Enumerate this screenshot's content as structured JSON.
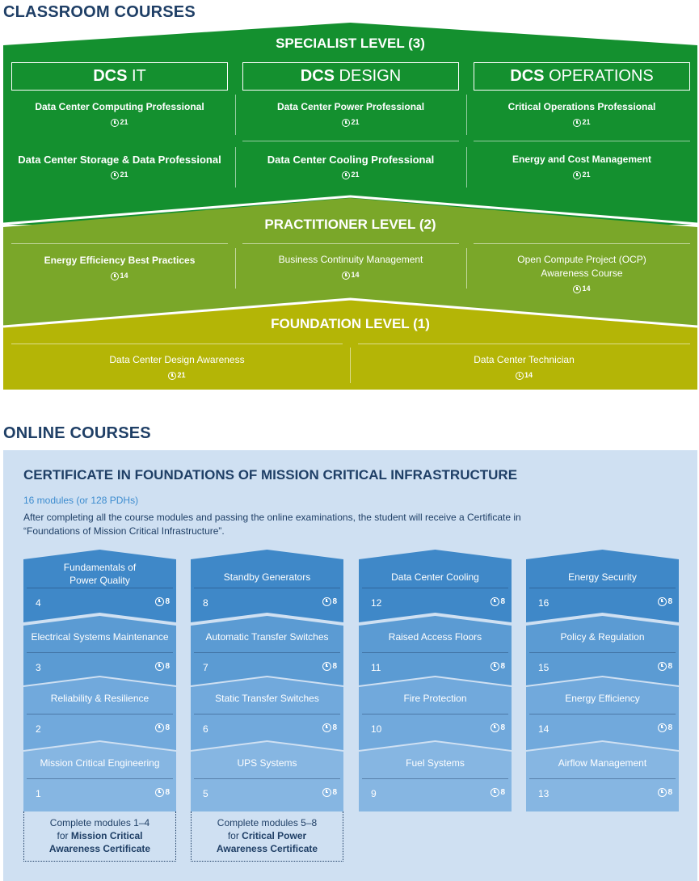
{
  "classroom": {
    "heading": "CLASSROOM COURSES",
    "levels": {
      "specialist": "SPECIALIST LEVEL (3)",
      "practitioner": "PRACTITIONER LEVEL (2)",
      "foundation": "FOUNDATION LEVEL (1)"
    },
    "tracks": [
      {
        "prefix": "DCS",
        "name": "IT"
      },
      {
        "prefix": "DCS",
        "name": "DESIGN"
      },
      {
        "prefix": "DCS",
        "name": "OPERATIONS"
      }
    ],
    "specialist_courses": [
      {
        "name": "Data Center Computing Professional",
        "hours": "21"
      },
      {
        "name": "Data Center Power Professional",
        "hours": "21"
      },
      {
        "name": "Critical Operations Professional",
        "hours": "21"
      },
      {
        "name": "Data Center Storage & Data Professional",
        "hours": "21"
      },
      {
        "name": "Data Center Cooling Professional",
        "hours": "21"
      },
      {
        "name": "Energy and Cost Management",
        "hours": "21"
      }
    ],
    "practitioner_courses": [
      {
        "name": "Energy Efficiency Best Practices",
        "hours": "14"
      },
      {
        "name": "Business Continuity Management",
        "hours": "14"
      },
      {
        "name": "Open Compute Project (OCP)",
        "name2": "Awareness Course",
        "hours": "14"
      }
    ],
    "foundation_courses": [
      {
        "name": "Data Center Design Awareness",
        "hours": "21"
      },
      {
        "name": "Data Center Technician",
        "hours": "14"
      }
    ],
    "colors": {
      "specialist": "#14902f",
      "practitioner": "#7aa729",
      "foundation": "#b4b506"
    }
  },
  "online": {
    "heading": "ONLINE COURSES",
    "certificate_title": "CERTIFICATE IN FOUNDATIONS OF MISSION CRITICAL INFRASTRUCTURE",
    "modules_summary": "16 modules (or 128 PDHs)",
    "description": "After completing all the course modules and passing the online examinations, the student will receive a Certificate in “Foundations of Mission Critical Infrastructure”.",
    "columns": [
      {
        "modules": [
          {
            "title": "Fundamentals of",
            "title2": "Power Quality",
            "number": "4",
            "hours": "8"
          },
          {
            "title": "Electrical Systems Maintenance",
            "number": "3",
            "hours": "8"
          },
          {
            "title": "Reliability & Resilience",
            "number": "2",
            "hours": "8"
          },
          {
            "title": "Mission Critical Engineering",
            "number": "1",
            "hours": "8"
          }
        ],
        "award": {
          "line1": "Complete modules 1–4",
          "line2_prefix": "for ",
          "line2_bold": "Mission Critical",
          "line3_bold": "Awareness Certificate"
        }
      },
      {
        "modules": [
          {
            "title": "Standby Generators",
            "number": "8",
            "hours": "8"
          },
          {
            "title": "Automatic Transfer Switches",
            "number": "7",
            "hours": "8"
          },
          {
            "title": "Static Transfer Switches",
            "number": "6",
            "hours": "8"
          },
          {
            "title": "UPS Systems",
            "number": "5",
            "hours": "8"
          }
        ],
        "award": {
          "line1": "Complete modules 5–8",
          "line2_prefix": "for ",
          "line2_bold": "Critical Power",
          "line3_bold": "Awareness Certificate"
        }
      },
      {
        "modules": [
          {
            "title": "Data Center Cooling",
            "number": "12",
            "hours": "8"
          },
          {
            "title": "Raised Access Floors",
            "number": "11",
            "hours": "8"
          },
          {
            "title": "Fire Protection",
            "number": "10",
            "hours": "8"
          },
          {
            "title": "Fuel Systems",
            "number": "9",
            "hours": "8"
          }
        ]
      },
      {
        "modules": [
          {
            "title": "Energy Security",
            "number": "16",
            "hours": "8"
          },
          {
            "title": "Policy & Regulation",
            "number": "15",
            "hours": "8"
          },
          {
            "title": "Energy Efficiency",
            "number": "14",
            "hours": "8"
          },
          {
            "title": "Airflow Management",
            "number": "13",
            "hours": "8"
          }
        ]
      }
    ],
    "colors": {
      "panel": "#cfe0f2",
      "tier4": "#3f88c8",
      "tier3": "#5b9bd3",
      "tier2": "#71a9dc",
      "tier1": "#86b6e2",
      "accent": "#3d8ccf"
    }
  }
}
